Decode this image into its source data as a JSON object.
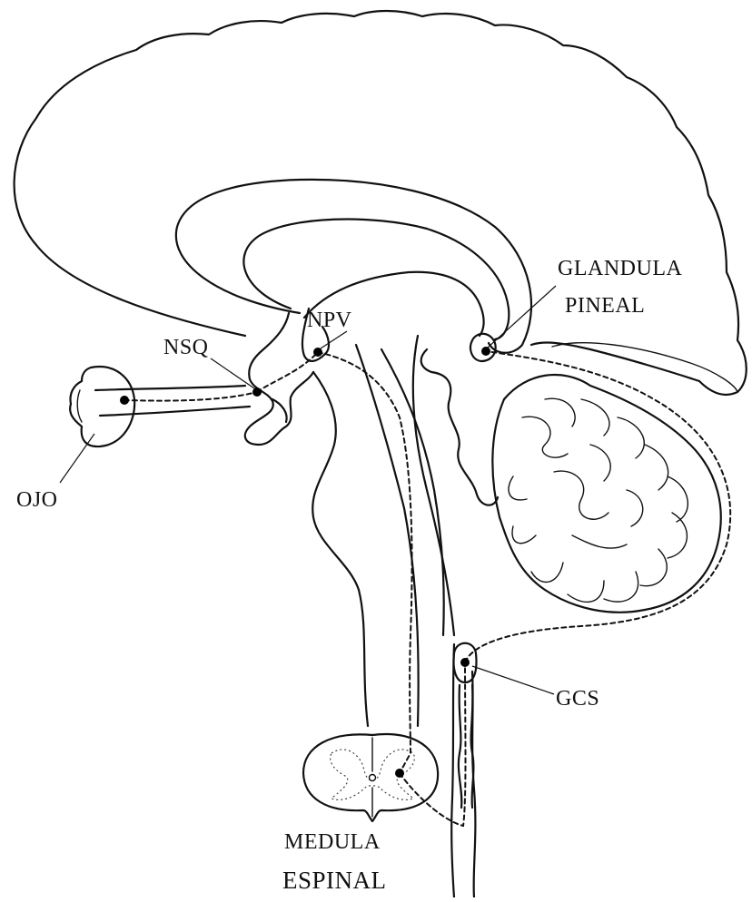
{
  "labels": {
    "nsq": "NSQ",
    "npv": "NPV",
    "glandula": "GLANDULA",
    "pineal": "PINEAL",
    "ojo": "OJO",
    "gcs": "GCS",
    "medula": "MEDULA",
    "espinal": "ESPINAL"
  },
  "colors": {
    "line": "#111111",
    "background": "#ffffff"
  }
}
